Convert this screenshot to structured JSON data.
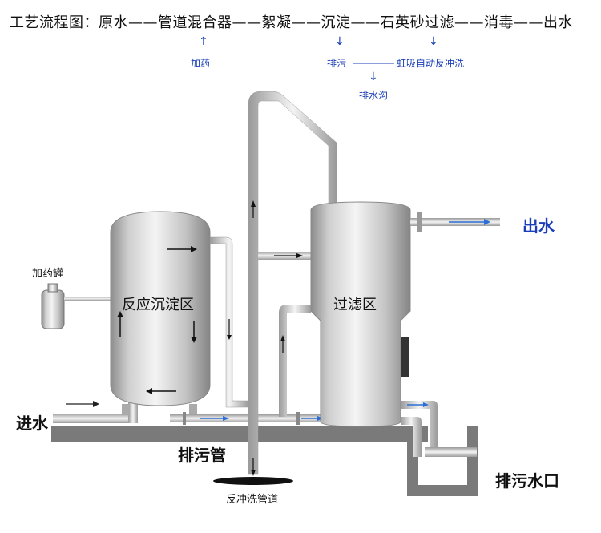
{
  "flow": {
    "prefix": "工艺流程图：",
    "sequence": "原水——管道混合器——絮凝——沉淀——石英砂过滤——消毒——出水"
  },
  "annotations": {
    "dosing": "加药",
    "drain": "排污",
    "siphon_backwash": "虹吸自动反冲洗",
    "ditch": "排水沟"
  },
  "labels": {
    "dosing_tank": "加药罐",
    "reaction_zone": "反应沉淀区",
    "filter_zone": "过滤区",
    "inlet": "进水",
    "outlet": "出水",
    "drain_pipe": "排污管",
    "backwash_pipe": "反冲洗管道",
    "drain_outlet": "排污水口"
  },
  "colors": {
    "arrow_blue": "#1b3fb8",
    "pipe_blue": "#2b6fd6",
    "steel": "#c9c9c9",
    "ground": "#7a7a7a"
  }
}
